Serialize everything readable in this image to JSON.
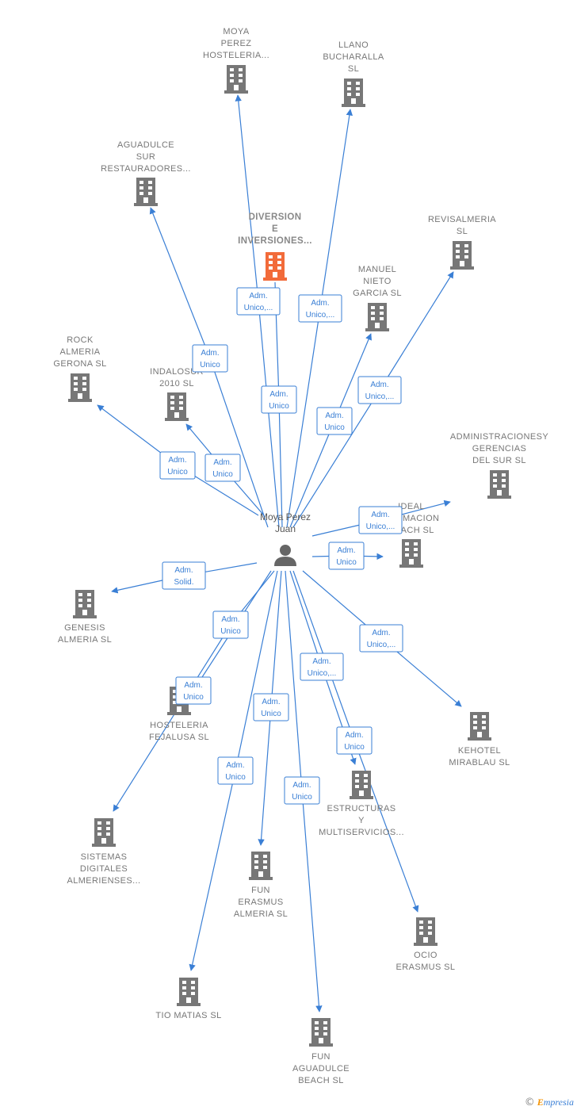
{
  "center": {
    "label": [
      "Moya Perez",
      "Juan"
    ]
  },
  "companies": [
    {
      "id": "moya",
      "label": [
        "MOYA",
        "PEREZ",
        "HOSTELERIA..."
      ]
    },
    {
      "id": "llano",
      "label": [
        "LLANO",
        "BUCHARALLA",
        "SL"
      ]
    },
    {
      "id": "aguadulce_sur",
      "label": [
        "AGUADULCE",
        "SUR",
        "RESTAURADORES..."
      ]
    },
    {
      "id": "diversion",
      "label": [
        "DIVERSION",
        "E",
        "INVERSIONES..."
      ],
      "highlight": true
    },
    {
      "id": "revisalmeria",
      "label": [
        "REVISALMERIA",
        "SL"
      ]
    },
    {
      "id": "manuel",
      "label": [
        "MANUEL",
        "NIETO",
        "GARCIA SL"
      ]
    },
    {
      "id": "rock",
      "label": [
        "ROCK",
        "ALMERIA",
        "GERONA  SL"
      ]
    },
    {
      "id": "indalosur",
      "label": [
        "INDALOSUR",
        "2010 SL"
      ]
    },
    {
      "id": "administraciones",
      "label": [
        "ADMINISTRACIONESY",
        "GERENCIAS",
        "DEL SUR  SL"
      ]
    },
    {
      "id": "ideal",
      "label": [
        "IDEAL",
        "FORMACION",
        "BEACH  SL"
      ]
    },
    {
      "id": "genesis",
      "label": [
        "GENESIS",
        "ALMERIA  SL"
      ]
    },
    {
      "id": "hosteleria",
      "label": [
        "HOSTELERIA",
        "FEJALUSA  SL"
      ]
    },
    {
      "id": "kehotel",
      "label": [
        "KEHOTEL",
        "MIRABLAU SL"
      ]
    },
    {
      "id": "sistemas",
      "label": [
        "SISTEMAS",
        "DIGITALES",
        "ALMERIENSES..."
      ]
    },
    {
      "id": "estructuras",
      "label": [
        "ESTRUCTURAS",
        "Y",
        "MULTISERVICIOS..."
      ]
    },
    {
      "id": "fun_erasmus",
      "label": [
        "FUN",
        "ERASMUS",
        "ALMERIA  SL"
      ]
    },
    {
      "id": "ocio",
      "label": [
        "OCIO",
        "ERASMUS  SL"
      ]
    },
    {
      "id": "tio",
      "label": [
        "TIO MATIAS SL"
      ]
    },
    {
      "id": "fun_aguadulce",
      "label": [
        "FUN",
        "AGUADULCE",
        "BEACH  SL"
      ]
    }
  ],
  "edges": [
    {
      "to": "moya",
      "label": [
        "Adm.",
        "Unico,..."
      ]
    },
    {
      "to": "llano",
      "label": [
        "Adm.",
        "Unico,..."
      ]
    },
    {
      "to": "aguadulce_sur",
      "label": [
        "Adm.",
        "Unico"
      ]
    },
    {
      "to": "diversion",
      "label": [
        "Adm.",
        "Unico"
      ]
    },
    {
      "to": "revisalmeria",
      "label": [
        "Adm.",
        "Unico,..."
      ]
    },
    {
      "to": "manuel",
      "label": [
        "Adm.",
        "Unico"
      ]
    },
    {
      "to": "rock",
      "label": [
        "Adm.",
        "Unico"
      ]
    },
    {
      "to": "indalosur",
      "label": [
        "Adm.",
        "Unico"
      ]
    },
    {
      "to": "administraciones",
      "label": [
        "Adm.",
        "Unico,..."
      ]
    },
    {
      "to": "ideal",
      "label": [
        "Adm.",
        "Unico"
      ]
    },
    {
      "to": "genesis",
      "label": [
        "Adm.",
        "Solid."
      ]
    },
    {
      "to": "hosteleria",
      "label": [
        "Adm.",
        "Unico"
      ]
    },
    {
      "to": "kehotel",
      "label": [
        "Adm.",
        "Unico,..."
      ]
    },
    {
      "to": "sistemas",
      "label": [
        "Adm.",
        "Unico"
      ]
    },
    {
      "to": "estructuras",
      "label": [
        "Adm.",
        "Unico,..."
      ]
    },
    {
      "to": "fun_erasmus",
      "label": [
        "Adm.",
        "Unico"
      ]
    },
    {
      "to": "ocio",
      "label": [
        "Adm.",
        "Unico"
      ]
    },
    {
      "to": "tio",
      "label": [
        "Adm.",
        "Unico"
      ]
    },
    {
      "to": "fun_aguadulce",
      "label": [
        "Adm.",
        "Unico"
      ]
    }
  ],
  "footer": {
    "copyright": "©",
    "brand_e": "E",
    "brand_rest": "mpresia"
  },
  "colors": {
    "edge": "#3a7fd5",
    "building": "#777777",
    "highlight": "#f26b3a",
    "person": "#666666"
  },
  "icons": {
    "company": "building-icon",
    "person": "person-icon"
  }
}
